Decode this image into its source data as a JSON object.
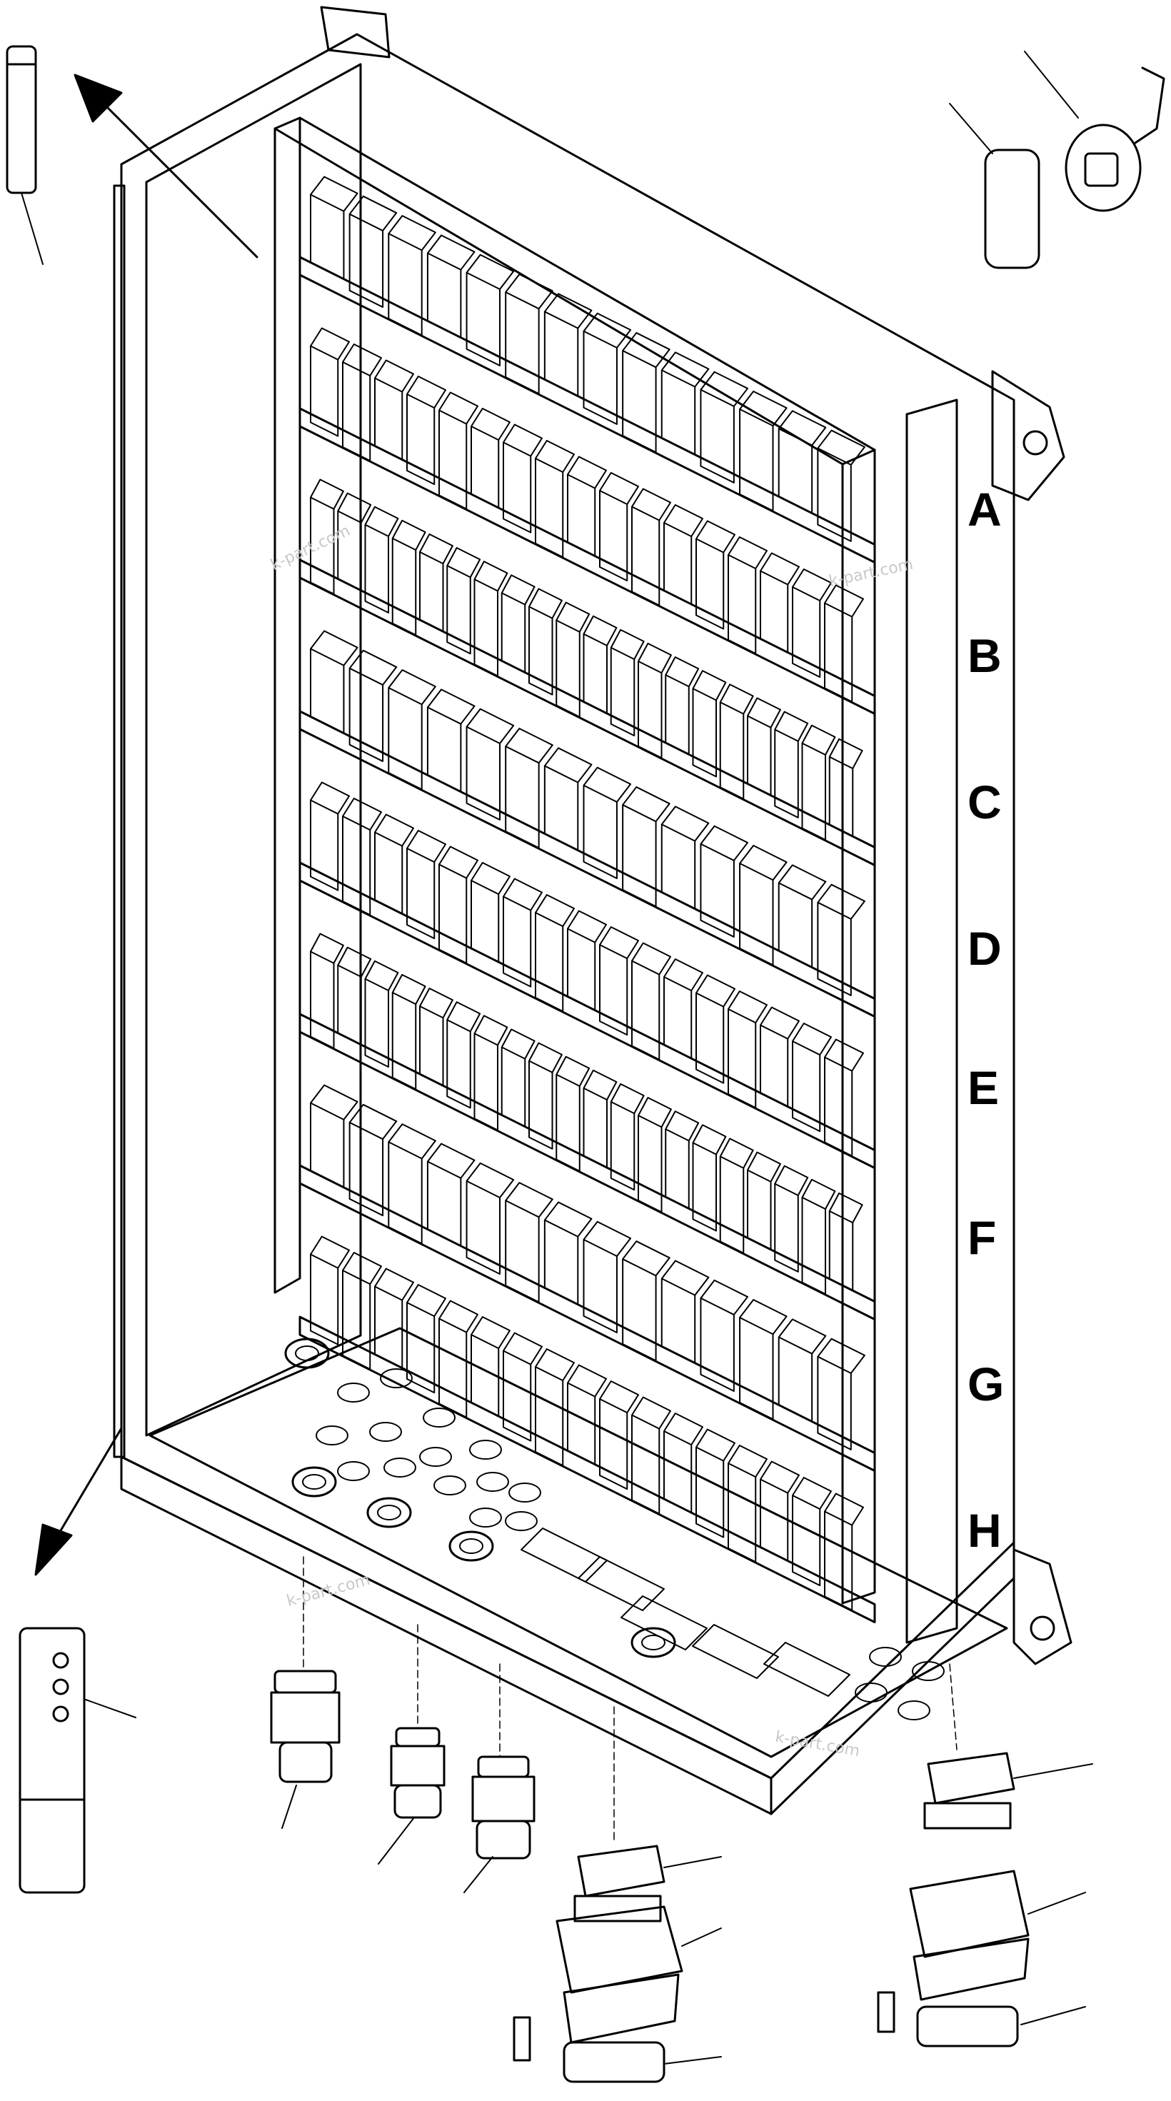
{
  "row_labels": [
    "A",
    "B",
    "C",
    "D",
    "E",
    "F",
    "G",
    "H"
  ],
  "watermarks": [
    "k-part.com",
    "k-part.com",
    "k-part.com",
    "k-part.com"
  ],
  "colors": {
    "ink": "#000000",
    "paper": "#ffffff",
    "watermark": "#c8c8c8"
  }
}
